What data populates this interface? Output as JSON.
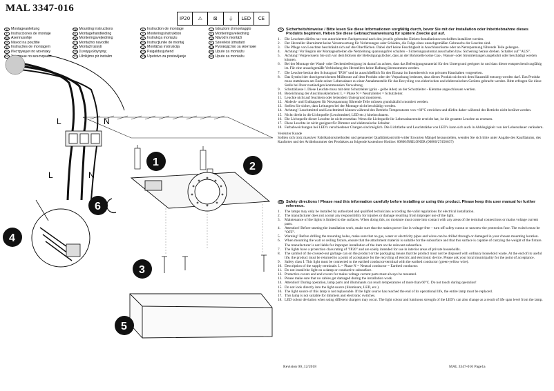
{
  "header": {
    "title": "MAL 3347-016",
    "warning_icons": [
      "IP20",
      "warning-triangle-icon",
      "no-bin-icon",
      "class-1-icon",
      "LED",
      "CE",
      "SCHUKO-icon"
    ]
  },
  "languages": [
    {
      "code": "D",
      "label": "Montageanleitung"
    },
    {
      "code": "GB",
      "label": "Mounting instructions"
    },
    {
      "code": "F",
      "label": "Instruction de montage"
    },
    {
      "code": "I",
      "label": "Istruzioni di montaggio"
    },
    {
      "code": "E",
      "label": "Instrucciones de montaje"
    },
    {
      "code": "NL",
      "label": "Montagehandleiding"
    },
    {
      "code": "S",
      "label": "Monteringsinstruktion"
    },
    {
      "code": "N",
      "label": "Monteringsveiledning"
    },
    {
      "code": "FIN",
      "label": "Asennusohje"
    },
    {
      "code": "DK",
      "label": "Monteringsvejledning"
    },
    {
      "code": "PL",
      "label": "Instrukcja montażu"
    },
    {
      "code": "CZ",
      "label": "Návod k montáži"
    },
    {
      "code": "SK",
      "label": "Návod na použitie"
    },
    {
      "code": "SLO",
      "label": "Montažno navodilo"
    },
    {
      "code": "RO",
      "label": "Instrucţiunile de montaj"
    },
    {
      "code": "H",
      "label": "Szerelési útmutató"
    },
    {
      "code": "P",
      "label": "Instruções de montagem"
    },
    {
      "code": "LT",
      "label": "Montaži taisyti"
    },
    {
      "code": "LV",
      "label": "Montāžas instrukcija"
    },
    {
      "code": "RUS",
      "label": "Руководство за монтаже"
    },
    {
      "code": "UA",
      "label": "Инструкция по монтажу"
    },
    {
      "code": "GR",
      "label": "Συναρμολόγησης"
    },
    {
      "code": "EST",
      "label": "Paigaldusjuhend"
    },
    {
      "code": "HR",
      "label": "Upute za montažu"
    },
    {
      "code": "BG",
      "label": "Упътване по монтирање"
    },
    {
      "code": "TR",
      "label": "Uždėjimo pir instalim"
    },
    {
      "code": "SRB",
      "label": "Uputstvo za postavljanje"
    },
    {
      "code": "BIH",
      "label": "Upute za montažu"
    }
  ],
  "diagram": {
    "steps": [
      "1",
      "2",
      "3",
      "4",
      "5",
      "6"
    ],
    "wire_labels": {
      "left": "L",
      "right": "N",
      "left2": "L",
      "right2": "N"
    }
  },
  "german": {
    "heading": "Sicherheitshinweise / Bitte lesen Sie diese Informationen sorgfältig durch, bevor Sie mit der Installation oder Inbetriebnahme dieses Produkts beginnen. Heben Sie diese Gebrauchsanweisung für spätere Zwecke gut auf.",
    "items": [
      "Die Leuchten dürfen nur von autorisiertem Fachpersonal nach den jeweils geltenden Elektro-Installationsvorschriften installiert werden.",
      "Der Hersteller übernimmt keine Verantwortung für Verletzungen oder Schäden, die Folge eines unsachgemäßen Gebrauchs der Leuchte sind.",
      "Die Pflege von Leuchten beschränkt sich auf die Oberflächen. Dabei darf keine Feuchtigkeit in Anschlussräume oder an Netzspannung führende Teile gelangen.",
      "Achtung! Vor Beginn der Montagearbeiten die Netzleitung spannungsfrei schalten – Sicherungsautomat ausschalten bzw. Sicherung heraus drehen. Schalter auf \"AUS\".",
      "Achtung! Vergewissern Sie sich vor dem Bohren der Befestigungslöcher, dass an der Bohrstelle keine Gas-, Wasser- oder Stromleitungen angebohrt oder beschädigt werden können.",
      "Bei der Montage der Wand- oder Deckenbefestigung ist darauf zu achten, dass das Befestigungsmaterial für den Untergrund geeignet ist und dass dieser entsprechend tragfähig ist. Für eine unsachgemäße Verbindung des Herstellers keine Haftung übernommen werden.",
      "Die Leuchte besitzt den Schutzgrad \"IP20\" und ist ausschließlich für den Einsatz im Innenbereich von privaten Haushalten vorgesehen.",
      "Das Symbol der durchgestrichenen Mülltonne auf dem Produkt oder der Verpackung bedeutet, dass dieses Produkt nicht mit dem Hausmüll entsorgt werden darf. Das Produkt muss stattdessen am Ende seiner Lebensdauer zu einer Annahmestelle für das Recycling von elektrischen und elektronischen Geräten gebracht werden. Bitte erfragen Sie diese Stelle bei Ihrer zuständigen kommunalen Verwaltung.",
      "Schutzklasse I. Diese Leuchte muss mit dem Schutzleiter (grün - gelbe Ader) an der Schutzleiter - Klemme angeschlossen werden.",
      "Bezeichnung der Anschlussklemmen: L = Phase  N = Neutralleiter  = Schutzleiter.",
      "Leuchte nicht auf feuchtem oder leitendem Untergrund montieren.",
      "Abdeck- und Endkappen für Netzspannung führende Teile müssen grundsätzlich montiert werden.",
      "Stellen Sie sicher, dass Leitungen bei der Montage nicht beschädigt werden.",
      "Achtung! Leuchtmittel und Leuchtmittel können während des Betriebs Temperaturen von >60°C erreichen und dürfen daher während des Betriebs nicht berührt werden.",
      "Nicht direkt in die Lichtquelle (Leuchtmittel, LED etc.) hineinschauen.",
      "Die Lichtquelle dieser Leuchte ist nicht ersetzbar. Wenn die Lichtquelle ihr Lebensdauerende erreicht hat, ist die gesamte Leuchte zu ersetzen.",
      "Diese Leuchte ist nicht geeignet für Dimmer und elektronische Schalter.",
      "Farbabweichungen bei LED's verschiedener Chargen sind möglich. Die Lichtfarbe und Leuchtstärke von LED's kann sich auch in Abhängigkeit von der Lebensdauer verändern."
    ],
    "note_title": "Verehrter Kunde",
    "note_text": "Sollten sich trotz massiver Fabrikationsmethoden und genauester Qualitätskontrolle wider Erwarten Mängel herausstellen, wenden Sie sich bitte unter Angabe des Kaufdatums, des Kaufortes und der Artikelnummer des Produktes an folgende kostenlose Hotline: 00800/BRILONER (00800/27456637)"
  },
  "english": {
    "heading": "Safety directions / Please read this information carefully before installing or using this product. Please keep this user manual for further reference.",
    "items": [
      "The lamps may only be installed by authorized and qualified technicians according the valid regulations for electrical installation.",
      "The manufacturer does not accept any responsibility for injuries or damage resulting from improper use of the light.",
      "Maintenance of the lights is limited to the surfaces. When doing this, no moisture must come into contact with any areas of the terminal connections or mains voltage current parts.",
      "Attention! Before starting the installation work, make sure that the mains power line is voltage-free – turn off safety cutout or unscrew the protection fuse. The switch must be \"OFF\".",
      "Warning! Before drilling the mounting holes, make sure that no gas, water or electricity pipes and wires can be drilled through or damaged in your chosen mounting location.",
      "When mounting the wall or ceiling fixture, ensure that the attachment material is suitable for the subsurface and that this surface is capable of carrying the weight of the fixture. The manufacturer is not liable for improper installation of the item on the relevant subsurface.",
      "The lights have a protection class rating of \"IP20\" and are solely intended for use in interior areas of private households.",
      "The symbol of the crossed-out garbage can on the product or the packaging means that the product must not be disposed with ordinary household waste. At the end of its useful life, the product must be returned to a point of acceptance for the recycling of electric and electronic device. Please ask your local municipality for the point of acceptance.",
      "Safety class I. This light must be connected to the earthed conductor-terminal with the earthed conductor (green-yellow wire).",
      "Description of the supply terminals: L = Phase  N = Neutral conductor  = Earthed conductor.",
      "Do not install the light on a damp or conductive subsurface.",
      "Protective covers and end covers for mains voltage current parts must always be mounted.",
      "Please make sure that no cables get damaged during the installation work.",
      "Attention! During operation, lamp parts and illuminants can reach temperatures of more than 60°C. Do not touch during operation!",
      "Do not look directly into the light source (illuminant, LED, etc.).",
      "The light source of this lamp is not replaceable. If the light source has reached the end of its operational life, the entire lamp must be replaced.",
      "This lamp is not suitable for dimmers and electronic switches.",
      "LED colour deviation when using different chargers may occur. The light colour and luminous strength of the LED's can also change as a result of life span level from the lamp."
    ]
  },
  "footer": {
    "revision": "Revision 00_12/2018",
    "page": "MAL 3347-016 Page1a"
  }
}
